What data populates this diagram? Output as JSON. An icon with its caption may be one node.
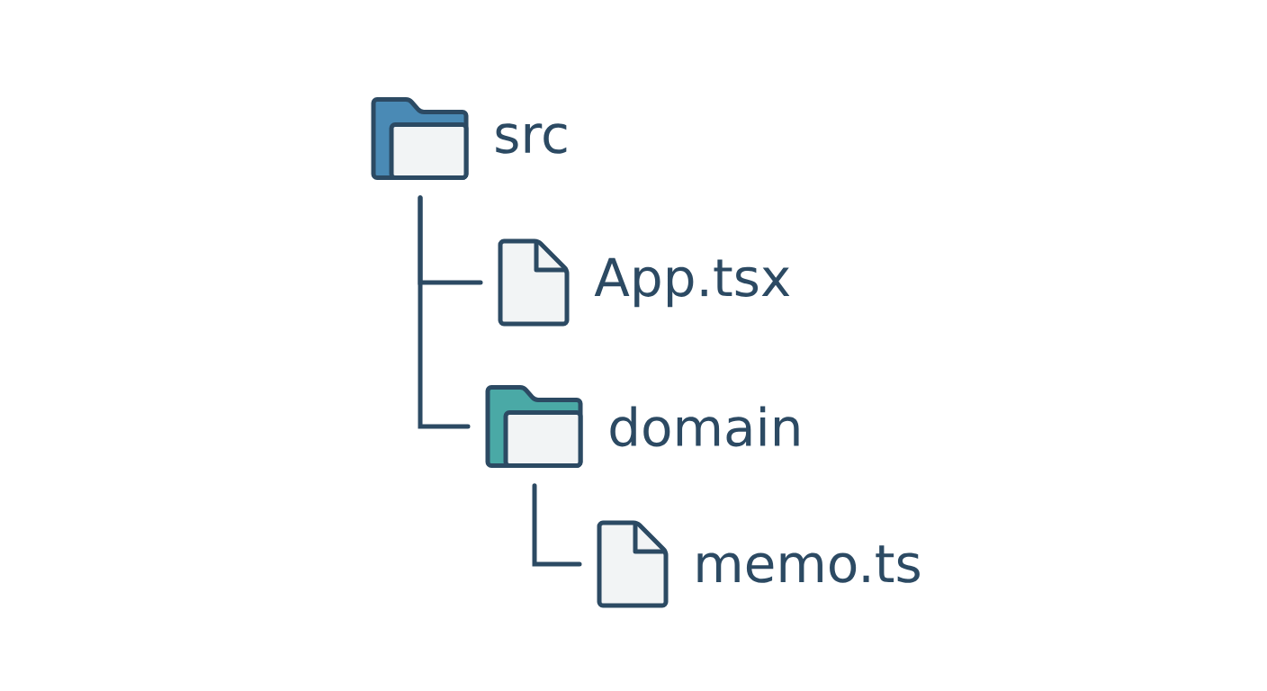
{
  "diagram": {
    "nodes": [
      {
        "text": [
          "src"
        ]
      },
      {
        "text": [
          "App.tsx"
        ]
      },
      {
        "text": [
          "domain"
        ]
      },
      {
        "text": [
          "memo.ts"
        ]
      }
    ],
    "edges": [
      {
        "from": 0,
        "to": 1,
        "arrow": "none"
      },
      {
        "from": 0,
        "to": 2,
        "arrow": "none"
      },
      {
        "from": 2,
        "to": 3,
        "arrow": "none"
      }
    ]
  }
}
